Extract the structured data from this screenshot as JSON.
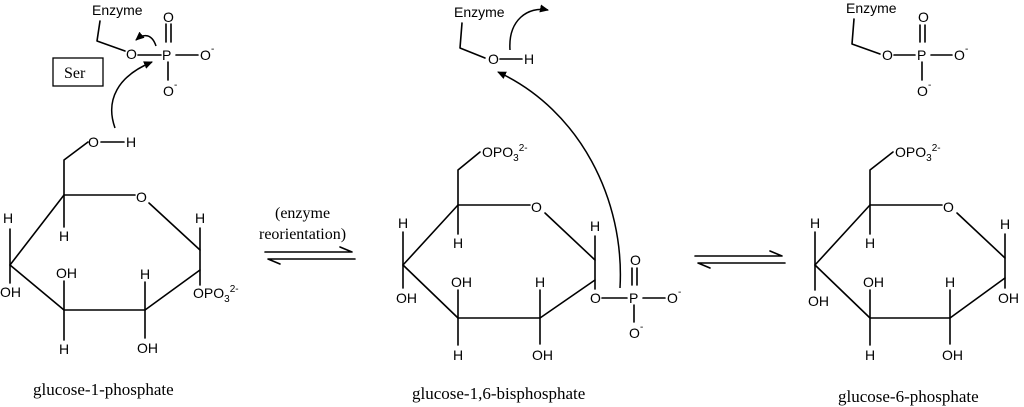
{
  "labels": {
    "enzyme": "Enzyme",
    "ser": "Ser",
    "O": "O",
    "H": "H",
    "P": "P",
    "O_minus": "O",
    "minus": "-",
    "OH": "OH",
    "OPO3": "OPO",
    "sub3": "3",
    "charge2minus": "2-"
  },
  "captions": {
    "left": "glucose-1-phosphate",
    "middle": "glucose-1,6-bisphosphate",
    "right": "glucose-6-phosphate"
  },
  "reaction_note": {
    "line1": "(enzyme",
    "line2": "reorientation)"
  }
}
